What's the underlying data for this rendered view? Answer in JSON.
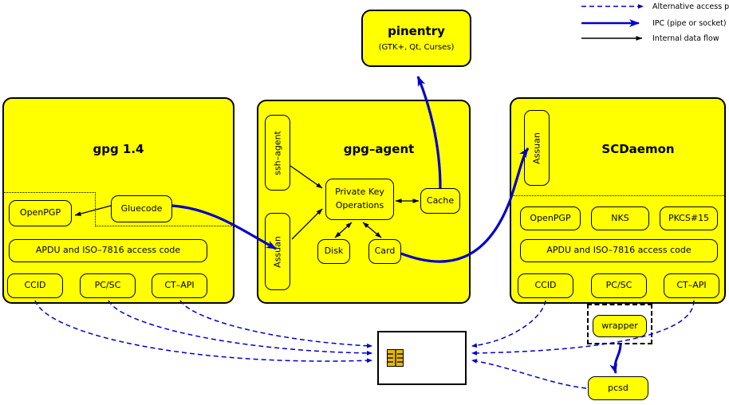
{
  "legend": {
    "items": [
      {
        "label": "Alternative access paths",
        "style": "dashed-blue-arrow",
        "color": "#0000cc"
      },
      {
        "label": "IPC (pipe or socket)",
        "style": "solid-blue-thick-arrow",
        "color": "#0000cc"
      },
      {
        "label": "Internal data flow",
        "style": "solid-black-arrow",
        "color": "#000000"
      }
    ]
  },
  "pinentry": {
    "title": "pinentry",
    "subtitle": "(GTK+, Qt, Curses)"
  },
  "gpg": {
    "title": "gpg 1.4",
    "gluecode": "Gluecode",
    "openpgp": "OpenPGP",
    "apdu": "APDU and ISO–7816 access code",
    "drivers": [
      "CCID",
      "PC/SC",
      "CT–API"
    ]
  },
  "gpg_agent": {
    "title": "gpg–agent",
    "ssh_agent": "ssh–agent",
    "assuan": "Assuan",
    "private_key_ops_line1": "Private Key",
    "private_key_ops_line2": "Operations",
    "cache": "Cache",
    "disk": "Disk",
    "card": "Card"
  },
  "scdaemon": {
    "title": "SCDaemon",
    "assuan": "Assuan",
    "apps": [
      "OpenPGP",
      "NKS",
      "PKCS#15"
    ],
    "apdu": "APDU and ISO–7816 access code",
    "drivers": [
      "CCID",
      "PC/SC",
      "CT–API"
    ],
    "wrapper": "wrapper",
    "pcsd": "pcsd"
  },
  "smartcard": {
    "label": "",
    "chip_color": "#e8b800"
  },
  "colors": {
    "box_fill": "#ffff00",
    "outline": "#000000",
    "ipc_blue": "#0000cc",
    "card_fill": "#ffffff"
  }
}
